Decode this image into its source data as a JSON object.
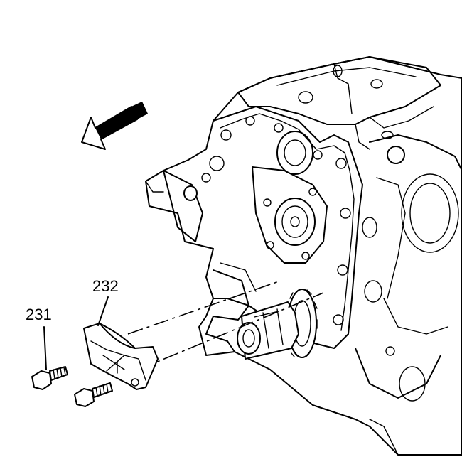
{
  "diagram": {
    "callouts": [
      {
        "id": "231",
        "label": "231"
      },
      {
        "id": "232",
        "label": "232"
      }
    ],
    "colors": {
      "ink": "#000000",
      "paper": "#ffffff"
    },
    "icons": [
      "direction-arrow-icon"
    ]
  }
}
